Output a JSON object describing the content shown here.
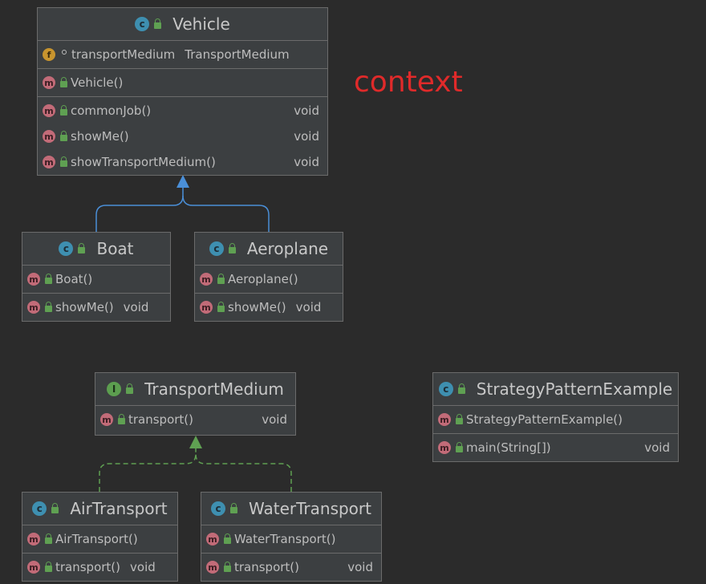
{
  "annotation": "context",
  "classes": {
    "vehicle": {
      "name": "Vehicle",
      "fields": [
        {
          "name": "transportMedium",
          "type": "TransportMedium"
        }
      ],
      "constructors": [
        {
          "name": "Vehicle()"
        }
      ],
      "methods": [
        {
          "name": "commonJob()",
          "type": "void"
        },
        {
          "name": "showMe()",
          "type": "void"
        },
        {
          "name": "showTransportMedium()",
          "type": "void"
        }
      ]
    },
    "boat": {
      "name": "Boat",
      "constructors": [
        {
          "name": "Boat()"
        }
      ],
      "methods": [
        {
          "name": "showMe()",
          "type": "void"
        }
      ]
    },
    "aeroplane": {
      "name": "Aeroplane",
      "constructors": [
        {
          "name": "Aeroplane()"
        }
      ],
      "methods": [
        {
          "name": "showMe()",
          "type": "void"
        }
      ]
    },
    "transportMedium": {
      "name": "TransportMedium",
      "methods": [
        {
          "name": "transport()",
          "type": "void"
        }
      ]
    },
    "strategy": {
      "name": "StrategyPatternExample",
      "constructors": [
        {
          "name": "StrategyPatternExample()"
        }
      ],
      "methods": [
        {
          "name": "main(String[])",
          "type": "void"
        }
      ]
    },
    "airTransport": {
      "name": "AirTransport",
      "constructors": [
        {
          "name": "AirTransport()"
        }
      ],
      "methods": [
        {
          "name": "transport()",
          "type": "void"
        }
      ]
    },
    "waterTransport": {
      "name": "WaterTransport",
      "constructors": [
        {
          "name": "WaterTransport()"
        }
      ],
      "methods": [
        {
          "name": "transport()",
          "type": "void"
        }
      ]
    }
  },
  "icons": {
    "class": "c",
    "interface": "I",
    "method": "m",
    "field": "f"
  },
  "colors": {
    "background": "#2b2b2b",
    "box": "#3c3f41",
    "inheritance": "#4a8fd8",
    "realization": "#5fa052",
    "annotation": "#e02a2a"
  }
}
